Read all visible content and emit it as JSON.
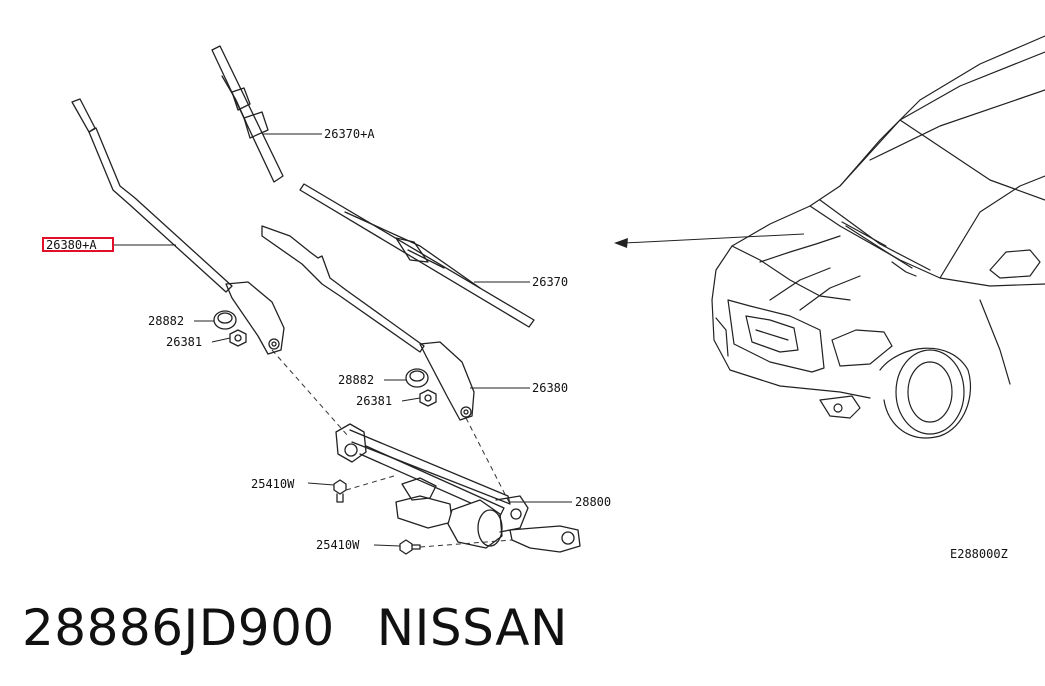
{
  "labels": {
    "arm_left": "26380+A",
    "blade_left": "26370+A",
    "blade_right": "26370",
    "arm_right": "26380",
    "cap_left": "28882",
    "nut_left": "26381",
    "cap_right": "28882",
    "nut_right": "26381",
    "linkage": "28800",
    "bolt_upper": "25410W",
    "bolt_lower": "25410W",
    "diagram_code": "E288000Z"
  },
  "caption": {
    "part_number": "28886JD900",
    "brand": "NISSAN"
  },
  "colors": {
    "highlight": "#e0102a",
    "line": "#222222"
  }
}
